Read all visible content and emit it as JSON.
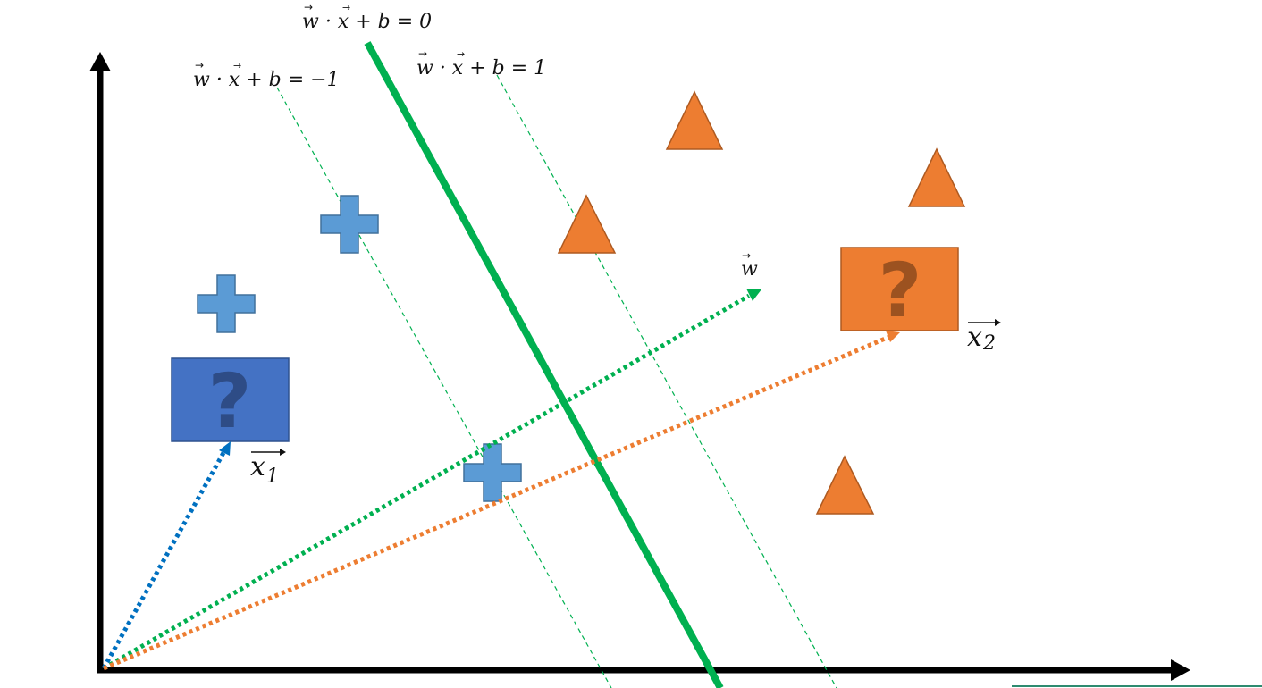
{
  "colors": {
    "axis": "#000000",
    "hyperplane": "#00b050",
    "margin": "#00b050",
    "w_vector": "#00b050",
    "x1_vector": "#0070c0",
    "x2_vector": "#ed7d31",
    "plus_fill": "#5b9bd5",
    "plus_stroke": "#41719c",
    "triangle_fill": "#ed7d31",
    "triangle_stroke": "#ae5a21",
    "query1_fill": "#4472c4",
    "query1_stroke": "#2f528f",
    "query1_mark": "#2e4c86",
    "query2_fill": "#ed7d31",
    "query2_stroke": "#ae5a21",
    "query2_mark": "#9c5220"
  },
  "labels": {
    "hyperplane": "w · x + b = 0",
    "margin_negative": "w · x + b = −1",
    "margin_positive": "w · x + b = 1",
    "w_vector": "w",
    "x1": "x",
    "x1_sub": "1",
    "x2": "x",
    "x2_sub": "2",
    "query_mark": "?"
  },
  "icons": {
    "class_a": "plus-icon",
    "class_b": "triangle-icon",
    "unknown": "question-mark-icon"
  }
}
